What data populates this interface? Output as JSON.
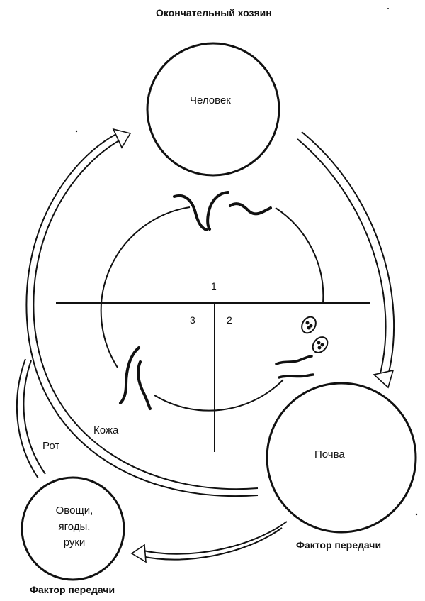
{
  "title": "Окончательный хозяин",
  "nodes": {
    "human": {
      "label": "Человек"
    },
    "soil": {
      "label": "Почва",
      "caption": "Фактор передачи"
    },
    "vegetables": {
      "lines": [
        "Овощи,",
        "ягоды,",
        "руки"
      ],
      "caption": "Фактор передачи"
    }
  },
  "routes": {
    "mouth": "Рот",
    "skin": "Кожа"
  },
  "quadrants": {
    "q1": "1",
    "q2": "2",
    "q3": "3"
  },
  "colors": {
    "ink": "#111111",
    "background": "#ffffff"
  }
}
